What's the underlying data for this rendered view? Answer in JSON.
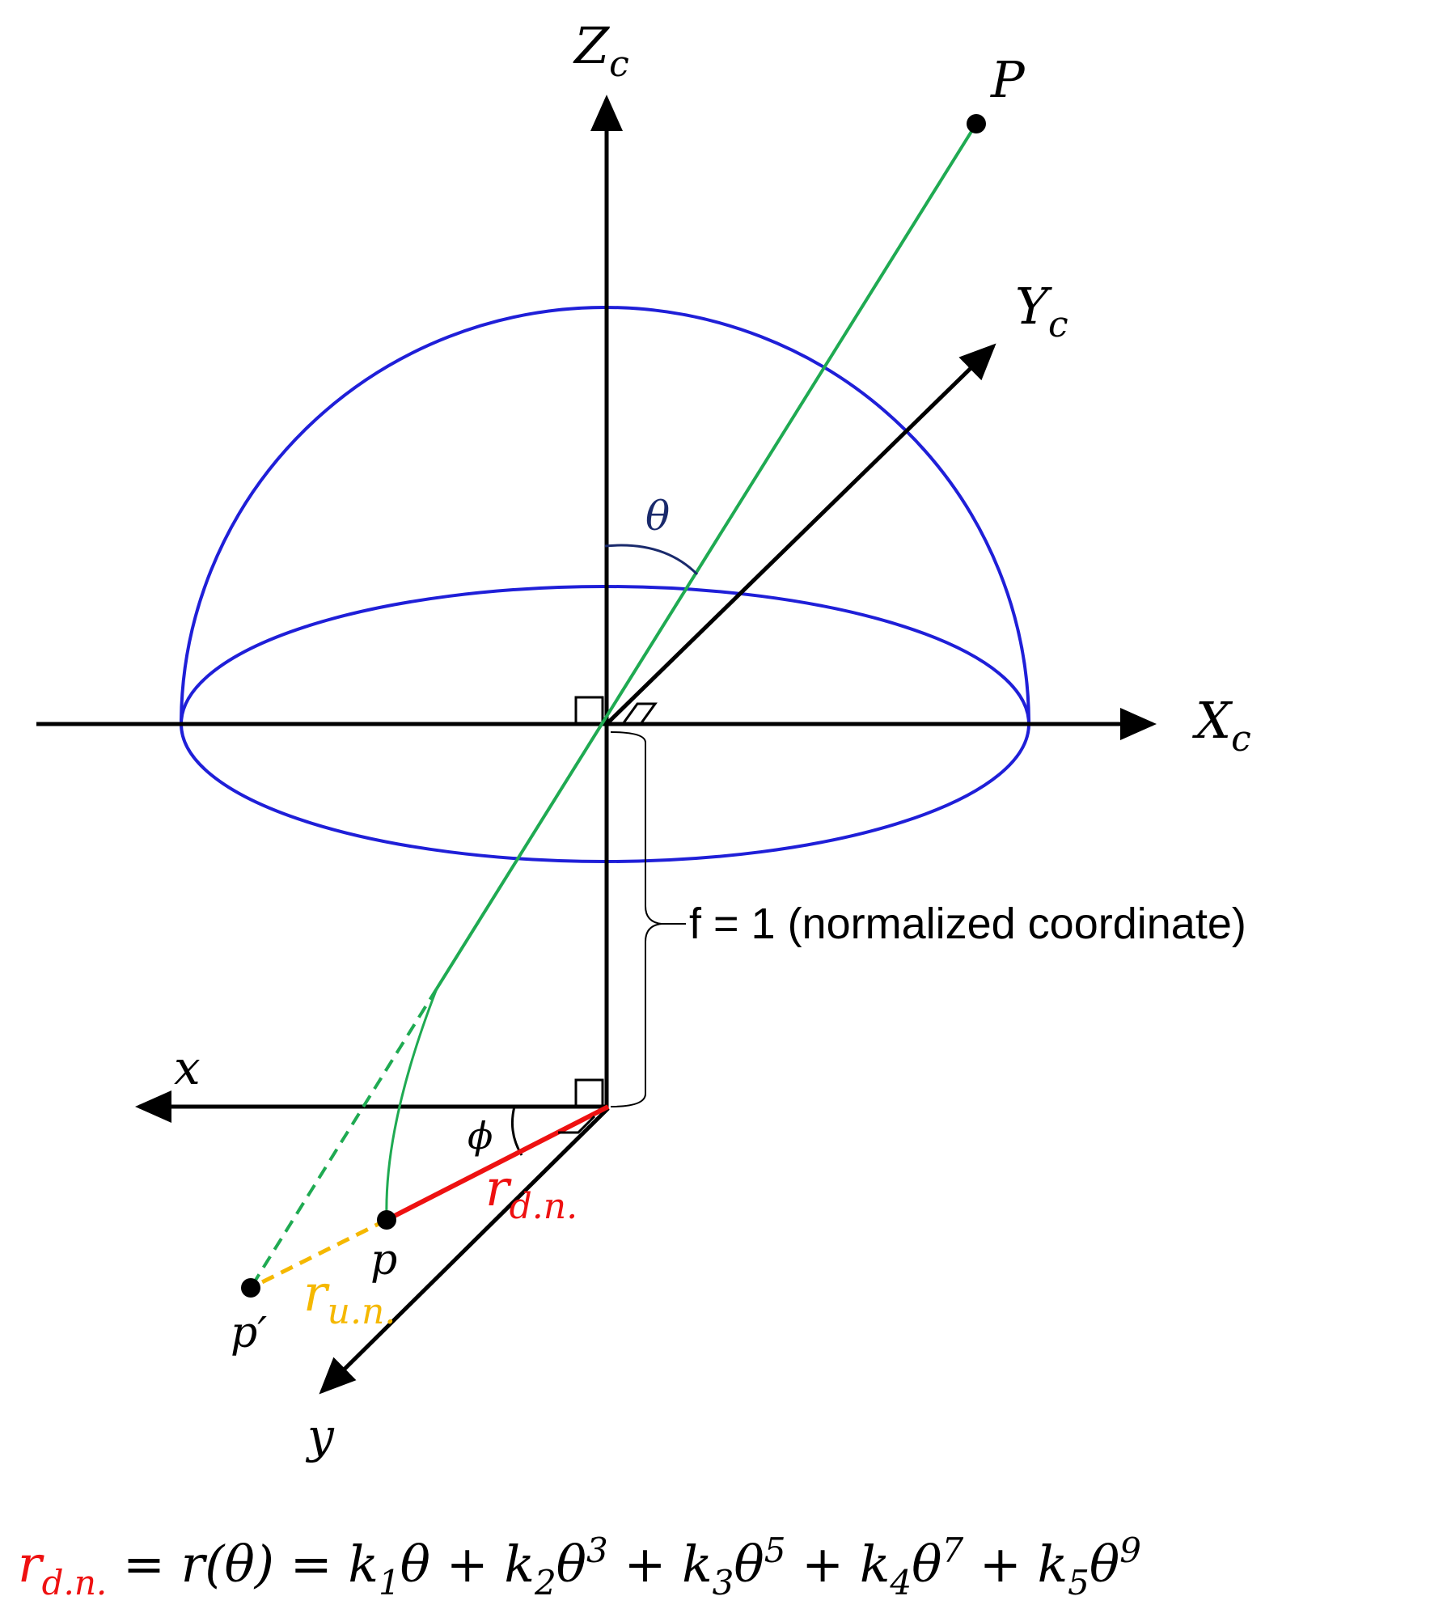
{
  "colors": {
    "axes": "#000000",
    "sphere": "#1f1fd8",
    "ray": "#1faa52",
    "distorted_radius": "#ee1111",
    "undistorted_radius": "#f5b800",
    "theta_arc": "#1a2a6c"
  },
  "labels": {
    "axis_zc": {
      "main": "Z",
      "sub": "c"
    },
    "axis_yc": {
      "main": "Y",
      "sub": "c"
    },
    "axis_xc": {
      "main": "X",
      "sub": "c"
    },
    "axis_x": "x",
    "axis_y": "y",
    "point_P": "P",
    "point_p": "p",
    "point_p_prime": "p′",
    "theta": "θ",
    "phi": "ϕ",
    "r_dn": {
      "main": "r",
      "sub": "d.n."
    },
    "r_un": {
      "main": "r",
      "sub": "u.n."
    },
    "focal_note": "f = 1  (normalized coordinate)"
  },
  "formula": {
    "lhs": {
      "main": "r",
      "sub": "d.n."
    },
    "rhs_text": " =  r(θ) = k",
    "terms": [
      {
        "k": "1",
        "p": ""
      },
      {
        "k": "2",
        "p": "3"
      },
      {
        "k": "3",
        "p": "5"
      },
      {
        "k": "4",
        "p": "7"
      },
      {
        "k": "5",
        "p": "9"
      }
    ]
  }
}
